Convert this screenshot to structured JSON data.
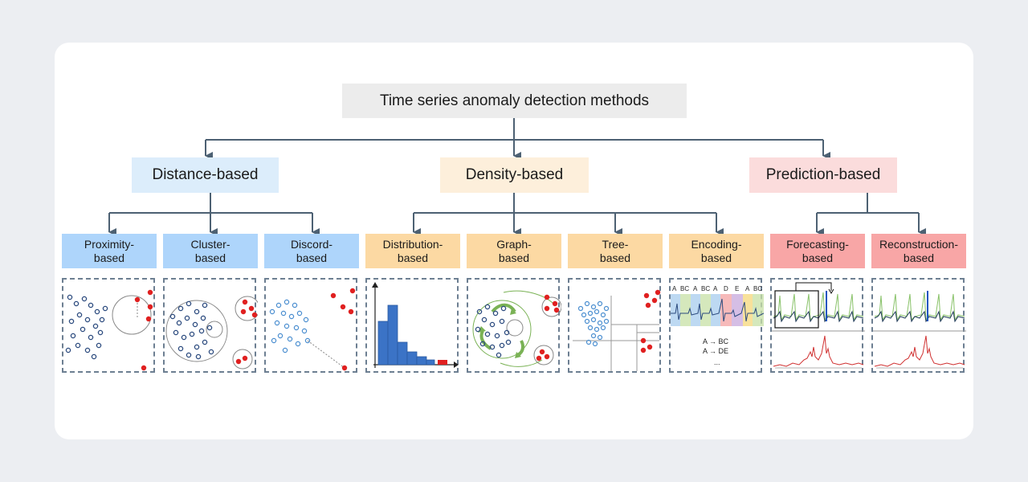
{
  "root": {
    "label": "Time series anomaly detection methods"
  },
  "categories": {
    "distance": {
      "label": "Distance-based",
      "color": "#dcedfb"
    },
    "density": {
      "label": "Density-based",
      "color": "#fdefdb"
    },
    "prediction": {
      "label": "Prediction-based",
      "color": "#fbdcdc"
    }
  },
  "methods": {
    "proximity": {
      "label": "Proximity-\nbased"
    },
    "cluster": {
      "label": "Cluster-\nbased"
    },
    "discord": {
      "label": "Discord-\nbased"
    },
    "distribution": {
      "label": "Distribution-\nbased"
    },
    "graph": {
      "label": "Graph-\nbased"
    },
    "tree": {
      "label": "Tree-\nbased"
    },
    "encoding": {
      "label": "Encoding-\nbased"
    },
    "forecasting": {
      "label": "Forecasting-\nbased"
    },
    "reconstruction": {
      "label": "Reconstruction-\nbased"
    }
  },
  "encoding_illustration": {
    "segment_letters": [
      "A",
      "BC",
      "A",
      "BC",
      "A",
      "D",
      "E",
      "A",
      "BC"
    ],
    "rule_1": "A →  BC",
    "rule_2": "A →  DE",
    "ellipsis": "..."
  },
  "colors": {
    "connector": "#4d6173",
    "normal_point": "#2b4a7e",
    "anomaly_point": "#e02020",
    "histogram_bar": "#3b73c6",
    "graph_arrow": "#7ab255",
    "signal_green": "#87c167",
    "error_line": "#d03030"
  }
}
